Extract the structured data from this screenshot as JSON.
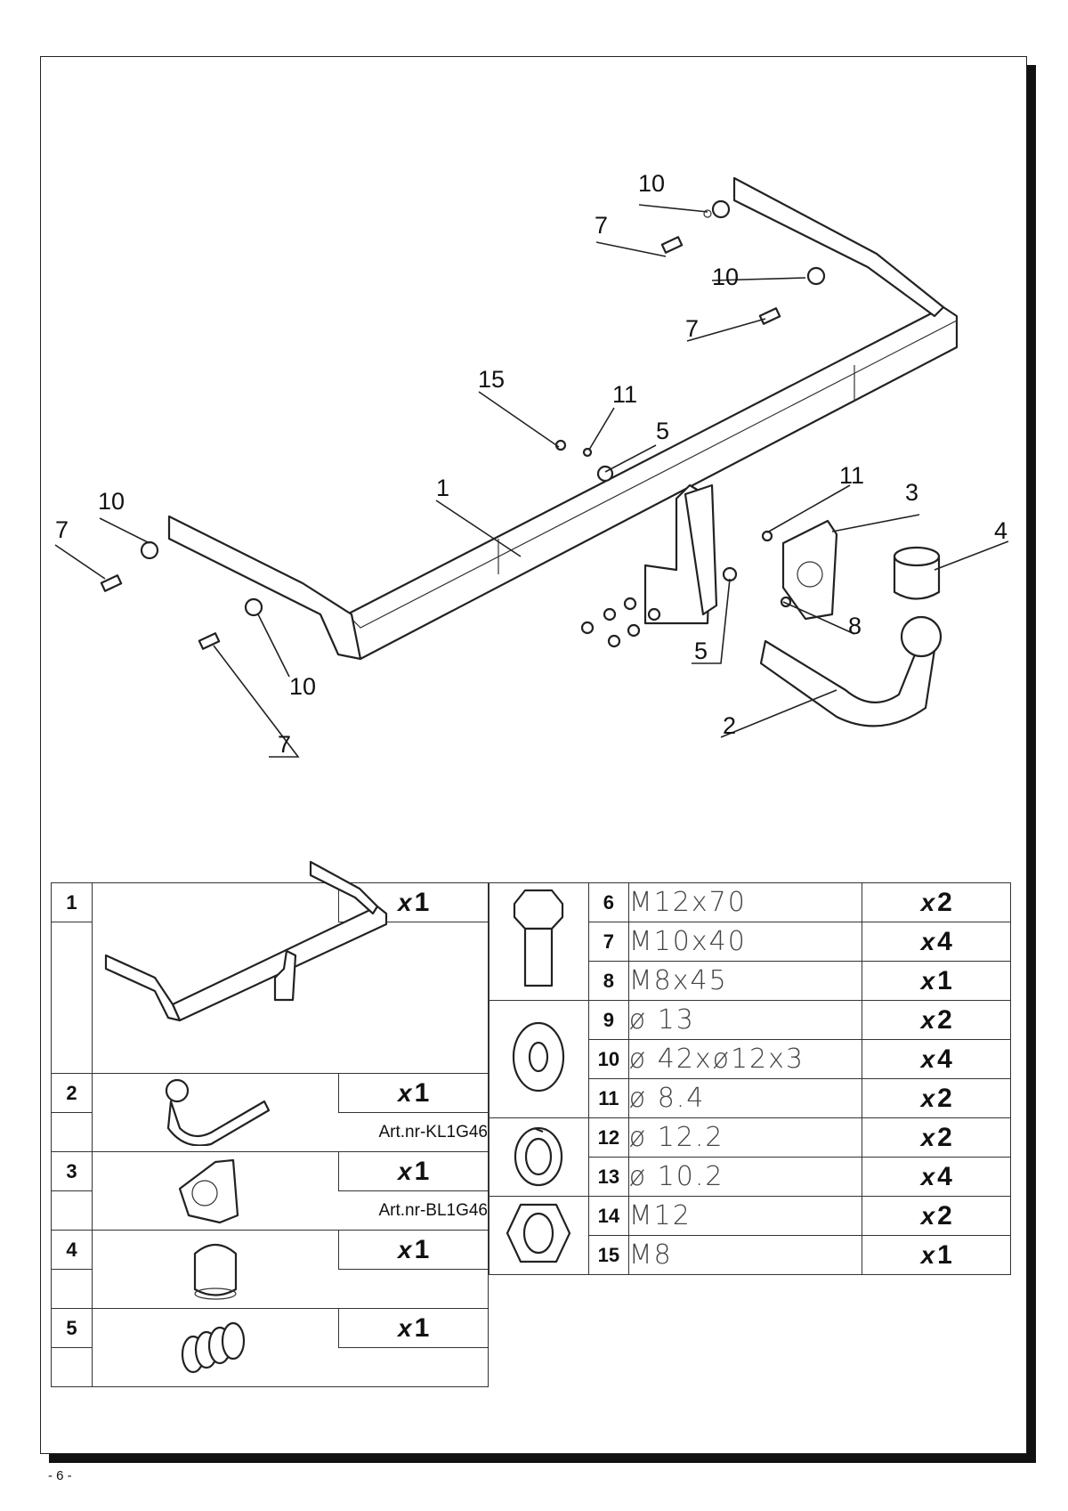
{
  "callouts": [
    {
      "id": "c-10a",
      "text": "10"
    },
    {
      "id": "c-7a",
      "text": "7"
    },
    {
      "id": "c-10b",
      "text": "10"
    },
    {
      "id": "c-7b",
      "text": "7"
    },
    {
      "id": "c-15",
      "text": "15"
    },
    {
      "id": "c-11a",
      "text": "11"
    },
    {
      "id": "c-5a",
      "text": "5"
    },
    {
      "id": "c-1",
      "text": "1"
    },
    {
      "id": "c-10c",
      "text": "10"
    },
    {
      "id": "c-7c",
      "text": "7"
    },
    {
      "id": "c-11b",
      "text": "11"
    },
    {
      "id": "c-3",
      "text": "3"
    },
    {
      "id": "c-4",
      "text": "4"
    },
    {
      "id": "c-8",
      "text": "8"
    },
    {
      "id": "c-5b",
      "text": "5"
    },
    {
      "id": "c-10d",
      "text": "10"
    },
    {
      "id": "c-2",
      "text": "2"
    },
    {
      "id": "c-7d",
      "text": "7"
    }
  ],
  "left_table": [
    {
      "num": "1",
      "qty_x": "x",
      "qty": "1",
      "art": ""
    },
    {
      "num": "2",
      "qty_x": "x",
      "qty": "1",
      "art": "Art.nr-KL1G46"
    },
    {
      "num": "3",
      "qty_x": "x",
      "qty": "1",
      "art": "Art.nr-BL1G46"
    },
    {
      "num": "4",
      "qty_x": "x",
      "qty": "1",
      "art": ""
    },
    {
      "num": "5",
      "qty_x": "x",
      "qty": "1",
      "art": ""
    }
  ],
  "right_table": [
    {
      "num": "6",
      "spec": "M12x70",
      "qty_x": "x",
      "qty": "2"
    },
    {
      "num": "7",
      "spec": "M10x40",
      "qty_x": "x",
      "qty": "4"
    },
    {
      "num": "8",
      "spec": "M8x45",
      "qty_x": "x",
      "qty": "1"
    },
    {
      "num": "9",
      "spec": "ø 13",
      "qty_x": "x",
      "qty": "2"
    },
    {
      "num": "10",
      "spec": "ø 42xø12x3",
      "qty_x": "x",
      "qty": "4"
    },
    {
      "num": "11",
      "spec": "ø 8.4",
      "qty_x": "x",
      "qty": "2"
    },
    {
      "num": "12",
      "spec": "ø 12.2",
      "qty_x": "x",
      "qty": "2"
    },
    {
      "num": "13",
      "spec": "ø 10.2",
      "qty_x": "x",
      "qty": "4"
    },
    {
      "num": "14",
      "spec": "M12",
      "qty_x": "x",
      "qty": "2"
    },
    {
      "num": "15",
      "spec": "M8",
      "qty_x": "x",
      "qty": "1"
    }
  ],
  "footer": {
    "page": "- 6 -"
  }
}
